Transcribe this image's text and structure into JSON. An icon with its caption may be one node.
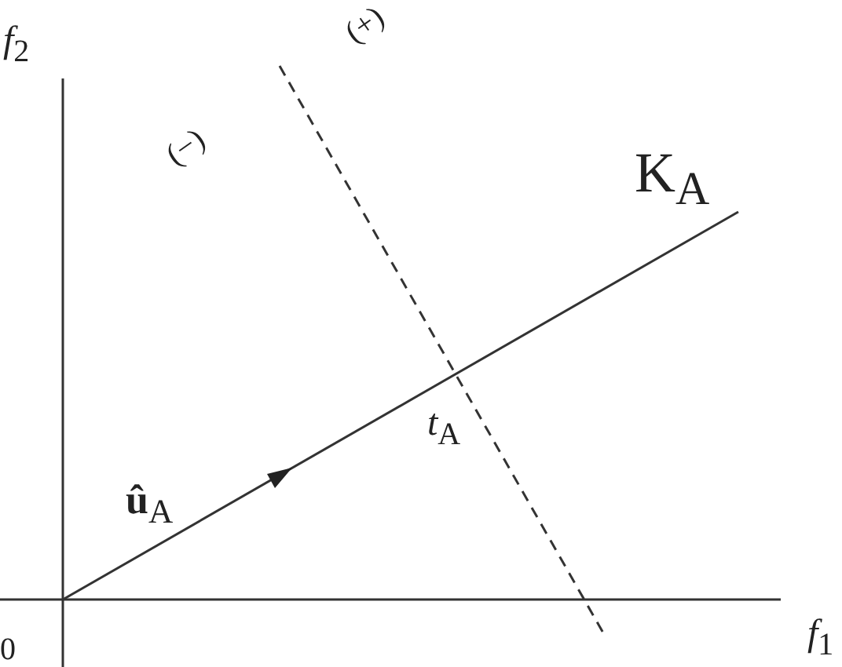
{
  "diagram": {
    "labels": [
      "*f*$_{2}$",
      "(+)",
      "(−)",
      "K$_{A}$",
      "*t*$_{A}$",
      "**û**$_{A}$",
      "0",
      "*f*$_{1}$"
    ]
  }
}
